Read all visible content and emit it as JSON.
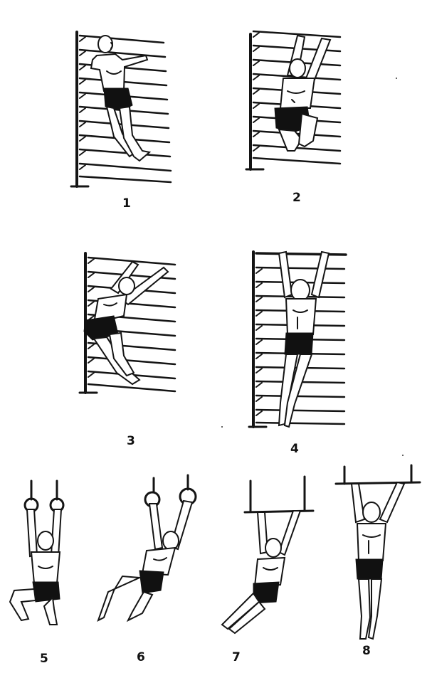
{
  "figures": [
    {
      "id": "1",
      "label": "1",
      "apparatus": "wall-bars"
    },
    {
      "id": "2",
      "label": "2",
      "apparatus": "wall-bars"
    },
    {
      "id": "3",
      "label": "3",
      "apparatus": "wall-bars"
    },
    {
      "id": "4",
      "label": "4",
      "apparatus": "wall-bars"
    },
    {
      "id": "5",
      "label": "5",
      "apparatus": "rings"
    },
    {
      "id": "6",
      "label": "6",
      "apparatus": "rings"
    },
    {
      "id": "7",
      "label": "7",
      "apparatus": "trapeze-bar"
    },
    {
      "id": "8",
      "label": "8",
      "apparatus": "horizontal-bar"
    }
  ],
  "colors": {
    "ink": "#141414",
    "paper": "#ffffff"
  }
}
